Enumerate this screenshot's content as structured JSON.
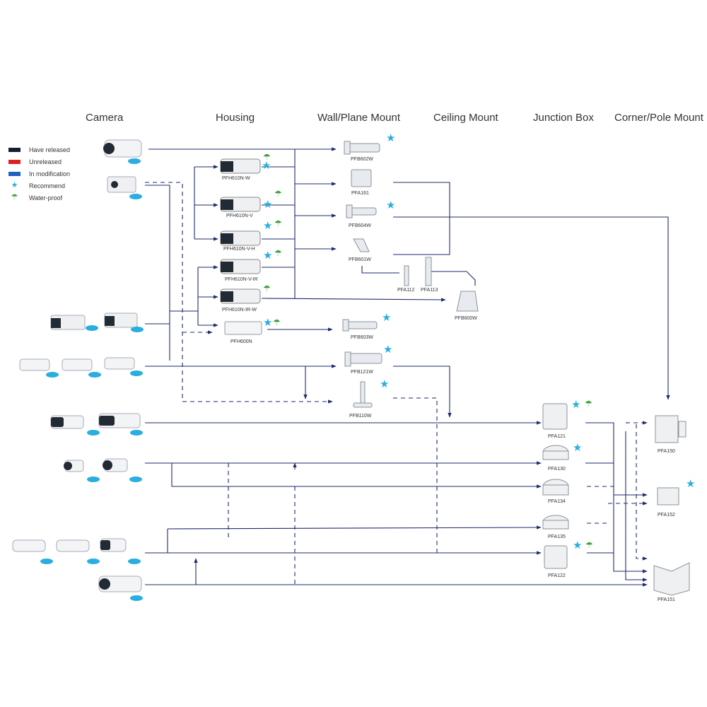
{
  "columns": {
    "camera": "Camera",
    "housing": "Housing",
    "wall_mount": "Wall/Plane Mount",
    "ceiling_mount": "Ceiling Mount",
    "junction_box": "Junction Box",
    "corner_pole_mount": "Corner/Pole Mount"
  },
  "legend": {
    "have_released": "Have released",
    "unreleased": "Unreleased",
    "in_modification": "In modification",
    "recommend": "Recommend",
    "water_proof": "Water-proof",
    "colors": {
      "have_released": "#1a1a33",
      "unreleased": "#e02020",
      "in_modification": "#2060c0",
      "recommend": "#2aaee0",
      "water_proof": "#3aa63a"
    },
    "icons": {
      "recommend": "star-icon",
      "water_proof": "umbrella-icon"
    }
  },
  "housings": [
    "PFH610N-W",
    "PFH610N-V",
    "PFH610N-V-H",
    "PFH610N-V-IR",
    "PFH610N-IR-W",
    "PFH600N"
  ],
  "wall_mounts": [
    "PFB602W",
    "PFA161",
    "PFB604W",
    "PFB601W",
    "PFB603W",
    "PFB121W",
    "PFB110W"
  ],
  "ceiling_mounts": [
    "PFA112",
    "PFA113",
    "PFB600W"
  ],
  "junction_boxes": [
    "PFA121",
    "PFA130",
    "PFA134",
    "PFA135",
    "PFA122"
  ],
  "corner_pole_mounts": [
    "PFA150",
    "PFA152",
    "PFA151"
  ],
  "styles": {
    "line_color": "#1e2a6e",
    "camera_body": "#f2f4f6",
    "camera_dark": "#222a33",
    "mount_fill": "#e7eaee"
  }
}
